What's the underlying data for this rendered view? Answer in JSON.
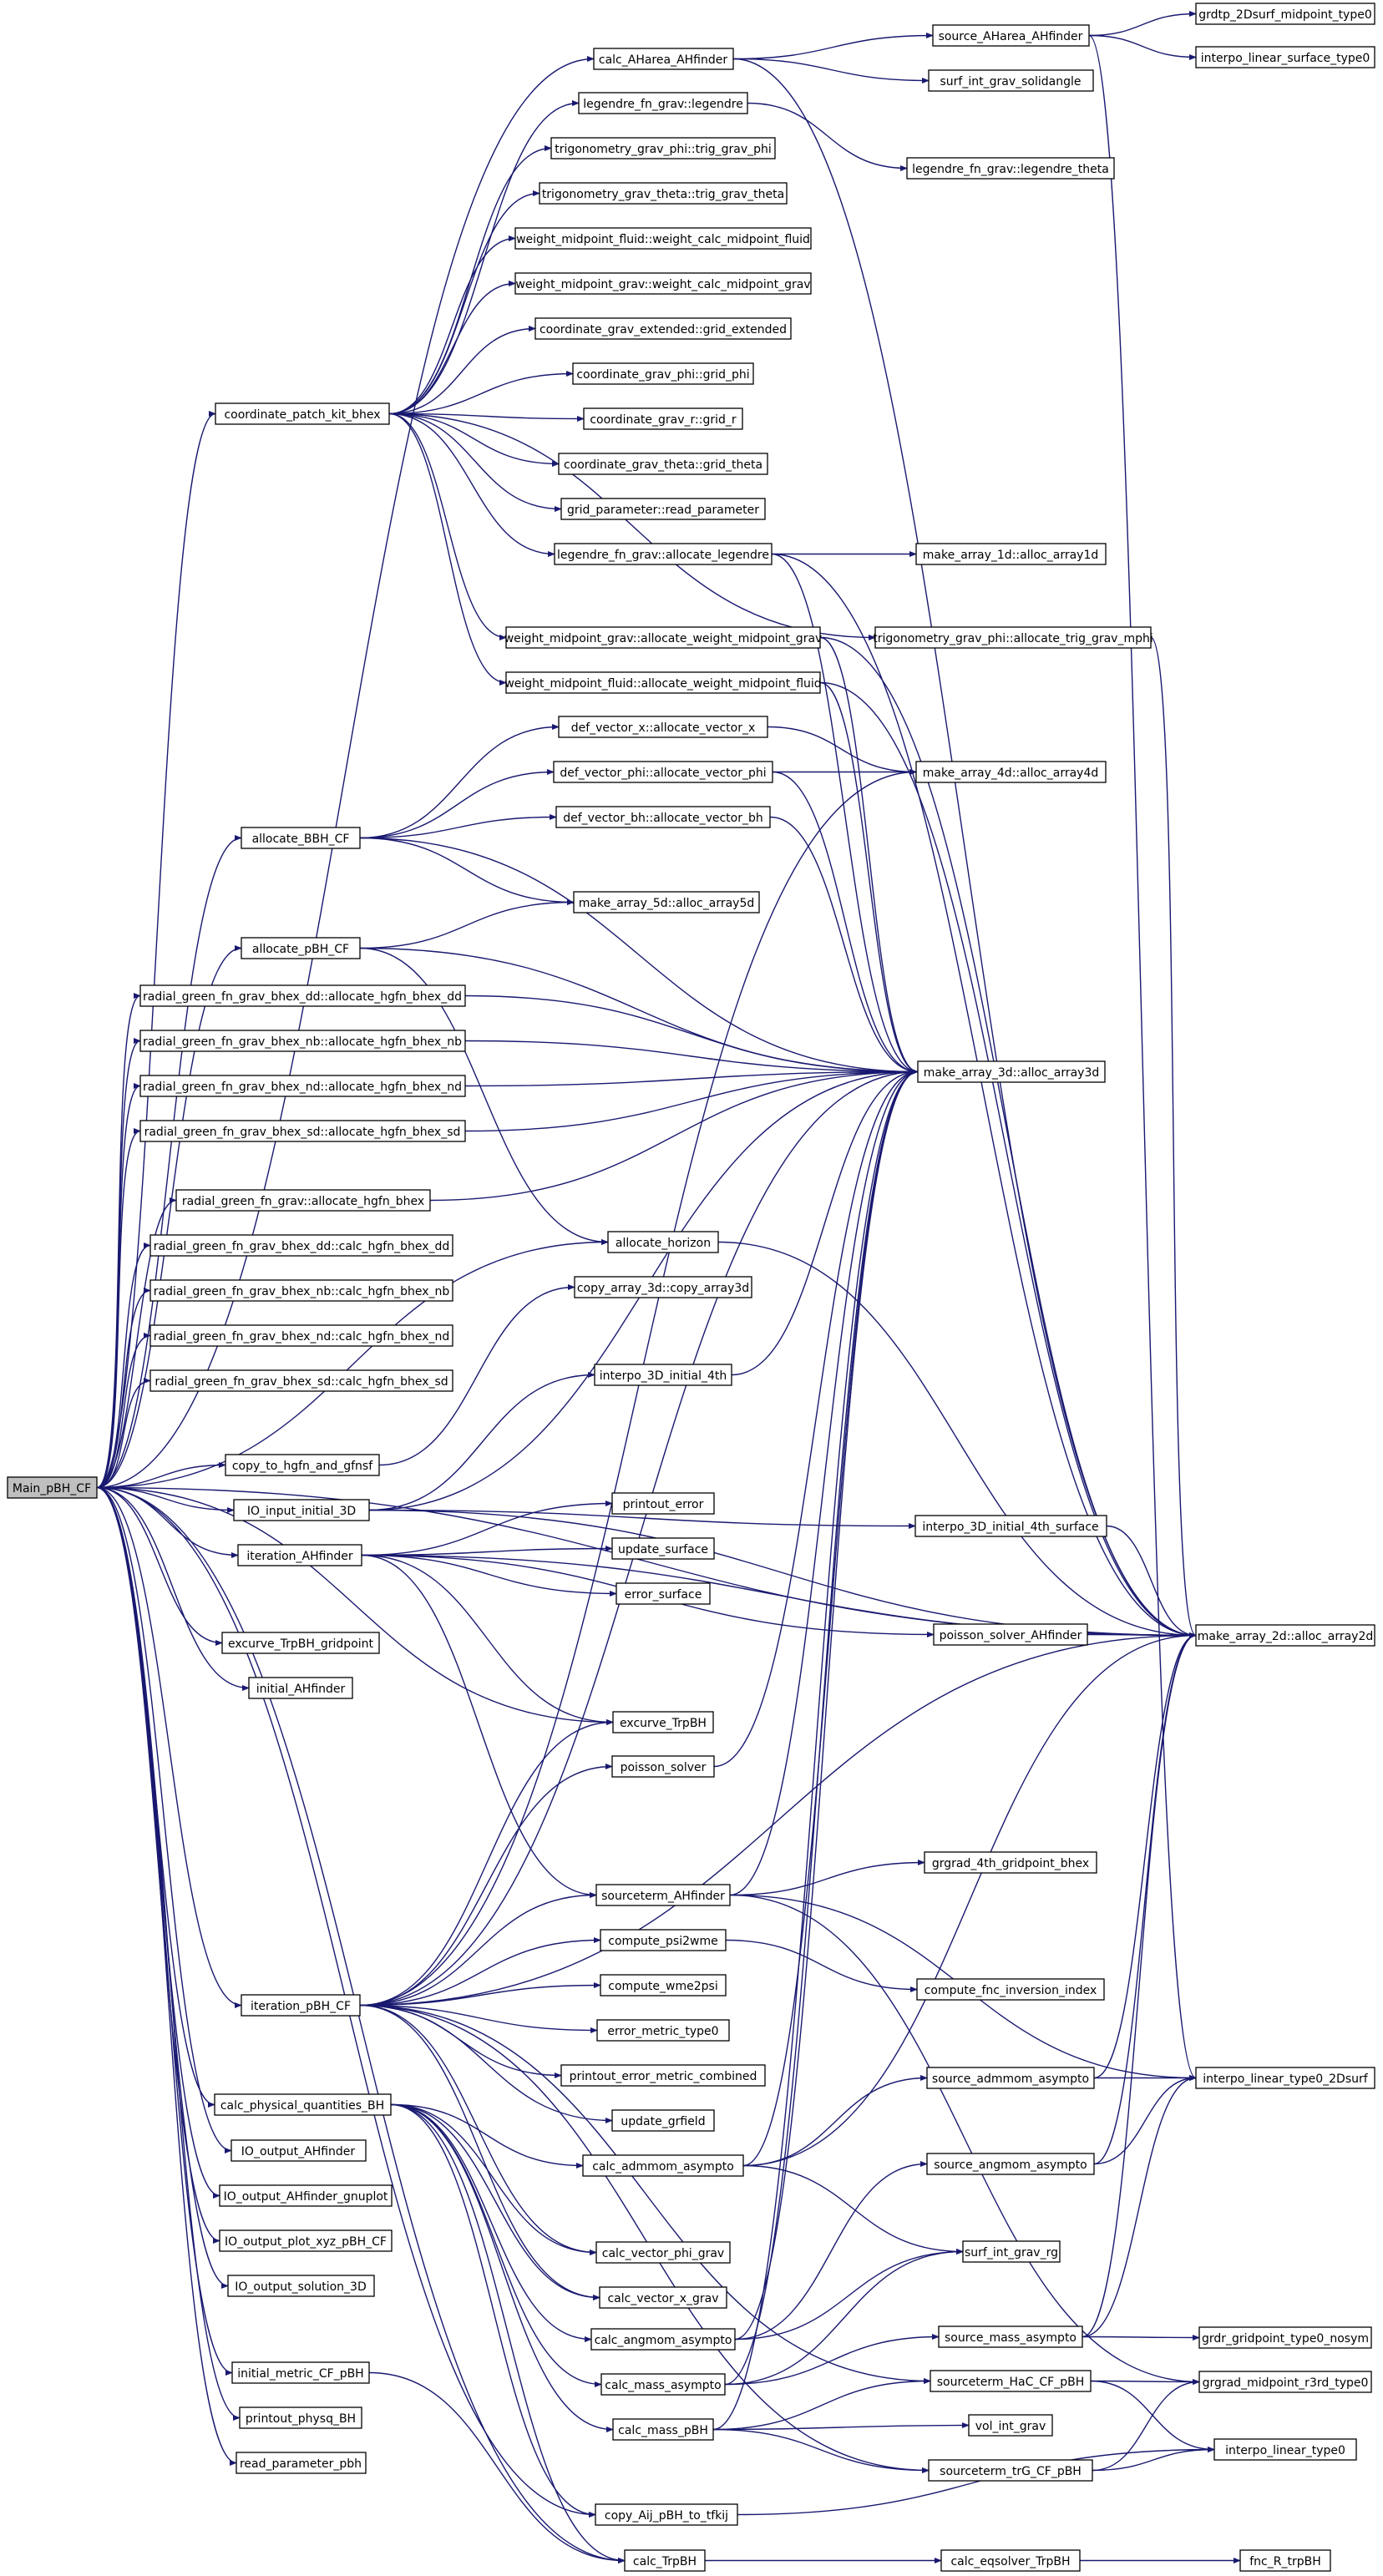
{
  "colors": {
    "edge": "#191970",
    "node_fill": "#ffffff",
    "node_stroke": "#000000",
    "root_fill": "#bfbfbf",
    "background": "#ffffff"
  },
  "nodes": {
    "main": "Main_pBH_CF",
    "calc_aharea": "calc_AHarea_AHfinder",
    "src_aharea": "source_AHarea_AHfinder",
    "grdtp": "grdtp_2Dsurf_midpoint_type0",
    "interp_lin_surf": "interpo_linear_surface_type0",
    "surf_solid": "surf_int_grav_solidangle",
    "leg_leg": "legendre_fn_grav::legendre",
    "leg_theta": "legendre_fn_grav::legendre_theta",
    "trig_phi": "trigonometry_grav_phi::trig_grav_phi",
    "trig_theta": "trigonometry_grav_theta::trig_grav_theta",
    "wm_fluid": "weight_midpoint_fluid::weight_calc_midpoint_fluid",
    "wm_grav": "weight_midpoint_grav::weight_calc_midpoint_grav",
    "coord_ext": "coordinate_grav_extended::grid_extended",
    "coord_phi": "coordinate_grav_phi::grid_phi",
    "coord_r": "coordinate_grav_r::grid_r",
    "coord_theta": "coordinate_grav_theta::grid_theta",
    "grid_param": "grid_parameter::read_parameter",
    "cpk": "coordinate_patch_kit_bhex",
    "leg_alloc": "legendre_fn_grav::allocate_legendre",
    "arr1d": "make_array_1d::alloc_array1d",
    "wm_grav_alloc": "weight_midpoint_grav::allocate_weight_midpoint_grav",
    "trig_alloc": "trigonometry_grav_phi::allocate_trig_grav_mphi",
    "wm_fluid_alloc": "weight_midpoint_fluid::allocate_weight_midpoint_fluid",
    "vec_x": "def_vector_x::allocate_vector_x",
    "vec_phi": "def_vector_phi::allocate_vector_phi",
    "arr4d": "make_array_4d::alloc_array4d",
    "vec_bh": "def_vector_bh::allocate_vector_bh",
    "alloc_bbh": "allocate_BBH_CF",
    "arr5d": "make_array_5d::alloc_array5d",
    "alloc_pbh": "allocate_pBH_CF",
    "rg_dd_alloc": "radial_green_fn_grav_bhex_dd::allocate_hgfn_bhex_dd",
    "rg_nb_alloc": "radial_green_fn_grav_bhex_nb::allocate_hgfn_bhex_nb",
    "arr3d": "make_array_3d::alloc_array3d",
    "rg_nd_alloc": "radial_green_fn_grav_bhex_nd::allocate_hgfn_bhex_nd",
    "rg_sd_alloc": "radial_green_fn_grav_bhex_sd::allocate_hgfn_bhex_sd",
    "rg_alloc": "radial_green_fn_grav::allocate_hgfn_bhex",
    "alloc_horizon": "allocate_horizon",
    "rg_dd_calc": "radial_green_fn_grav_bhex_dd::calc_hgfn_bhex_dd",
    "copy3d": "copy_array_3d::copy_array3d",
    "rg_nb_calc": "radial_green_fn_grav_bhex_nb::calc_hgfn_bhex_nb",
    "rg_nd_calc": "radial_green_fn_grav_bhex_nd::calc_hgfn_bhex_nd",
    "interp3d": "interpo_3D_initial_4th",
    "rg_sd_calc": "radial_green_fn_grav_bhex_sd::calc_hgfn_bhex_sd",
    "copy_hgfn": "copy_to_hgfn_and_gfnsf",
    "io_in": "IO_input_initial_3D",
    "pr_err": "printout_error",
    "interp3d_surf": "interpo_3D_initial_4th_surface",
    "iter_ah": "iteration_AHfinder",
    "upd_surf": "update_surface",
    "err_surf": "error_surface",
    "exc_grid": "excurve_TrpBH_gridpoint",
    "poisson_ah": "poisson_solver_AHfinder",
    "arr2d": "make_array_2d::alloc_array2d",
    "init_ah": "initial_AHfinder",
    "exc": "excurve_TrpBH",
    "poisson": "poisson_solver",
    "srcterm_ah": "sourceterm_AHfinder",
    "grgrad": "grgrad_4th_gridpoint_bhex",
    "psi2wme": "compute_psi2wme",
    "iter_pbh": "iteration_pBH_CF",
    "wme2psi": "compute_wme2psi",
    "fnc_inv": "compute_fnc_inversion_index",
    "err_metric": "error_metric_type0",
    "pr_err_metric": "printout_error_metric_combined",
    "upd_grfield": "update_grfield",
    "src_admmom": "source_admmom_asympto",
    "calc_phys": "calc_physical_quantities_BH",
    "interp_2dsurf": "interpo_linear_type0_2Dsurf",
    "calc_admmom": "calc_admmom_asympto",
    "io_out_ah": "IO_output_AHfinder",
    "src_angmom": "source_angmom_asympto",
    "io_out_gp": "IO_output_AHfinder_gnuplot",
    "io_out_xyz": "IO_output_plot_xyz_pBH_CF",
    "calc_vphi": "calc_vector_phi_grav",
    "surf_rg": "surf_int_grav_rg",
    "io_out_sol": "IO_output_solution_3D",
    "calc_vx": "calc_vector_x_grav",
    "calc_angmom": "calc_angmom_asympto",
    "src_mass": "source_mass_asympto",
    "grdr": "grdr_gridpoint_type0_nosym",
    "init_metric": "initial_metric_CF_pBH",
    "calc_mass_as": "calc_mass_asympto",
    "srcterm_hac": "sourceterm_HaC_CF_pBH",
    "grgrad_mid": "grgrad_midpoint_r3rd_type0",
    "pr_phys": "printout_physq_BH",
    "calc_mass": "calc_mass_pBH",
    "vol_int": "vol_int_grav",
    "read_pbh": "read_parameter_pbh",
    "srcterm_trg": "sourceterm_trG_CF_pBH",
    "interp_lin": "interpo_linear_type0",
    "copy_aij": "copy_Aij_pBH_to_tfkij",
    "calc_trp": "calc_TrpBH",
    "calc_eqs": "calc_eqsolver_TrpBH",
    "fnc_r": "fnc_R_trpBH"
  }
}
